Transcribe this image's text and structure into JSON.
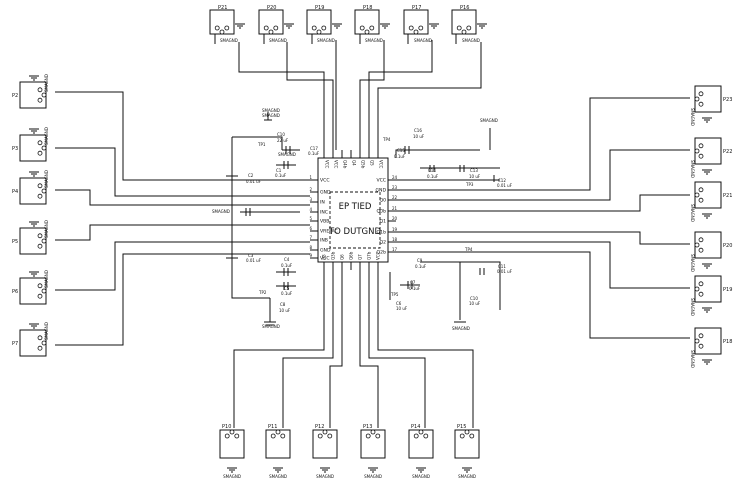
{
  "ic": {
    "center_text": [
      "EP TIED",
      "TO DUTGND"
    ],
    "left_pins": [
      "VCC",
      "GND",
      "IN",
      "INC",
      "VBB",
      "VREFAC",
      "INB",
      "GND",
      "VCC"
    ],
    "left_pin_numbers": [
      "1",
      "2",
      "3",
      "4",
      "5",
      "6",
      "7",
      "8",
      "9"
    ],
    "right_pins": [
      "VCC",
      "GND",
      "Q0",
      "Q0b",
      "Q1",
      "Q1b",
      "Q2",
      "Q2b"
    ],
    "right_pin_numbers": [
      "24",
      "23",
      "22",
      "21",
      "20",
      "19",
      "18",
      "17"
    ],
    "top_pins": [
      "VCC",
      "VCC",
      "Q4b",
      "Q4",
      "Q5b",
      "Q5",
      "VCC"
    ],
    "bottom_pins": [
      "Q3",
      "Q3b",
      "Q6",
      "Q6b",
      "Q7",
      "Q7b",
      "VCC"
    ]
  },
  "net_labels": [
    {
      "text": "SMAGND",
      "k": "l1"
    },
    {
      "text": "C10",
      "k": "l2"
    },
    {
      "text": "22 uF",
      "k": "l3"
    },
    {
      "text": "TP1",
      "k": "l4"
    },
    {
      "text": "SMAGND",
      "k": "l5"
    },
    {
      "text": "C17",
      "k": "l6"
    },
    {
      "text": "0.1uF",
      "k": "l7"
    },
    {
      "text": "C1",
      "k": "l8"
    },
    {
      "text": "0.1uF",
      "k": "l9"
    },
    {
      "text": "C2",
      "k": "l10"
    },
    {
      "text": "0.01 uF",
      "k": "l11"
    },
    {
      "text": "SMAGND",
      "k": "l12"
    },
    {
      "text": "C3",
      "k": "l13"
    },
    {
      "text": "0.01 uF",
      "k": "l14"
    },
    {
      "text": "C4",
      "k": "l15"
    },
    {
      "text": "0.1uF",
      "k": "l16"
    },
    {
      "text": "C5",
      "k": "l17"
    },
    {
      "text": "0.1uF",
      "k": "l18"
    },
    {
      "text": "TP2",
      "k": "l19"
    },
    {
      "text": "C8",
      "k": "l20"
    },
    {
      "text": "10 uF",
      "k": "l21"
    },
    {
      "text": "SMAGND",
      "k": "l22"
    },
    {
      "text": "TP4",
      "k": "l23"
    },
    {
      "text": "C16",
      "k": "l24"
    },
    {
      "text": "10 uF",
      "k": "l25"
    },
    {
      "text": "SMAGND",
      "k": "l26"
    },
    {
      "text": "C15",
      "k": "l27"
    },
    {
      "text": "0.1uF",
      "k": "l28"
    },
    {
      "text": "C14",
      "k": "l29"
    },
    {
      "text": "0.1uF",
      "k": "l30"
    },
    {
      "text": "C13",
      "k": "l31"
    },
    {
      "text": "10 uF",
      "k": "l32"
    },
    {
      "text": "TP3",
      "k": "l33"
    },
    {
      "text": "C12",
      "k": "l34"
    },
    {
      "text": "0.01 uF",
      "k": "l35"
    },
    {
      "text": "TP4",
      "k": "l36"
    },
    {
      "text": "C9",
      "k": "l37"
    },
    {
      "text": "0.1uF",
      "k": "l38"
    },
    {
      "text": "C7",
      "k": "l39"
    },
    {
      "text": "0.1uF",
      "k": "l40"
    },
    {
      "text": "TP5",
      "k": "l41"
    },
    {
      "text": "C6",
      "k": "l42"
    },
    {
      "text": "10 uF",
      "k": "l43"
    },
    {
      "text": "C11",
      "k": "l44"
    },
    {
      "text": "0.01 uF",
      "k": "l45"
    },
    {
      "text": "C10",
      "k": "l46"
    },
    {
      "text": "10 uF",
      "k": "l47"
    },
    {
      "text": "SMAGND",
      "k": "l48"
    }
  ],
  "connectors": {
    "top": [
      {
        "ref": "P21",
        "gnd": "SMAGND"
      },
      {
        "ref": "P20",
        "gnd": "SMAGND"
      },
      {
        "ref": "P19",
        "gnd": "SMAGND"
      },
      {
        "ref": "P18",
        "gnd": "SMAGND"
      },
      {
        "ref": "P17",
        "gnd": "SMAGND"
      },
      {
        "ref": "P16",
        "gnd": "SMAGND"
      }
    ],
    "left": [
      {
        "ref": "P2",
        "gnd": "SMAGND"
      },
      {
        "ref": "P3",
        "gnd": "SMAGND"
      },
      {
        "ref": "P4",
        "gnd": "SMAGND"
      },
      {
        "ref": "P5",
        "gnd": "SMAGND"
      },
      {
        "ref": "P6",
        "gnd": "SMAGND"
      },
      {
        "ref": "P7",
        "gnd": "SMAGND"
      }
    ],
    "right": [
      {
        "ref": "P23",
        "gnd": "SMAGND"
      },
      {
        "ref": "P22",
        "gnd": "SMAGND"
      },
      {
        "ref": "P21",
        "gnd": "SMAGND"
      },
      {
        "ref": "P20",
        "gnd": "SMAGND"
      },
      {
        "ref": "P19",
        "gnd": "SMAGND"
      },
      {
        "ref": "P18",
        "gnd": "SMAGND"
      }
    ],
    "bottom": [
      {
        "ref": "P10",
        "gnd": "SMAGND"
      },
      {
        "ref": "P11",
        "gnd": "SMAGND"
      },
      {
        "ref": "P12",
        "gnd": "SMAGND"
      },
      {
        "ref": "P13",
        "gnd": "SMAGND"
      },
      {
        "ref": "P14",
        "gnd": "SMAGND"
      },
      {
        "ref": "P15",
        "gnd": "SMAGND"
      }
    ]
  },
  "extra_labels": [
    {
      "text": "SMAGND",
      "k": "e1"
    }
  ]
}
